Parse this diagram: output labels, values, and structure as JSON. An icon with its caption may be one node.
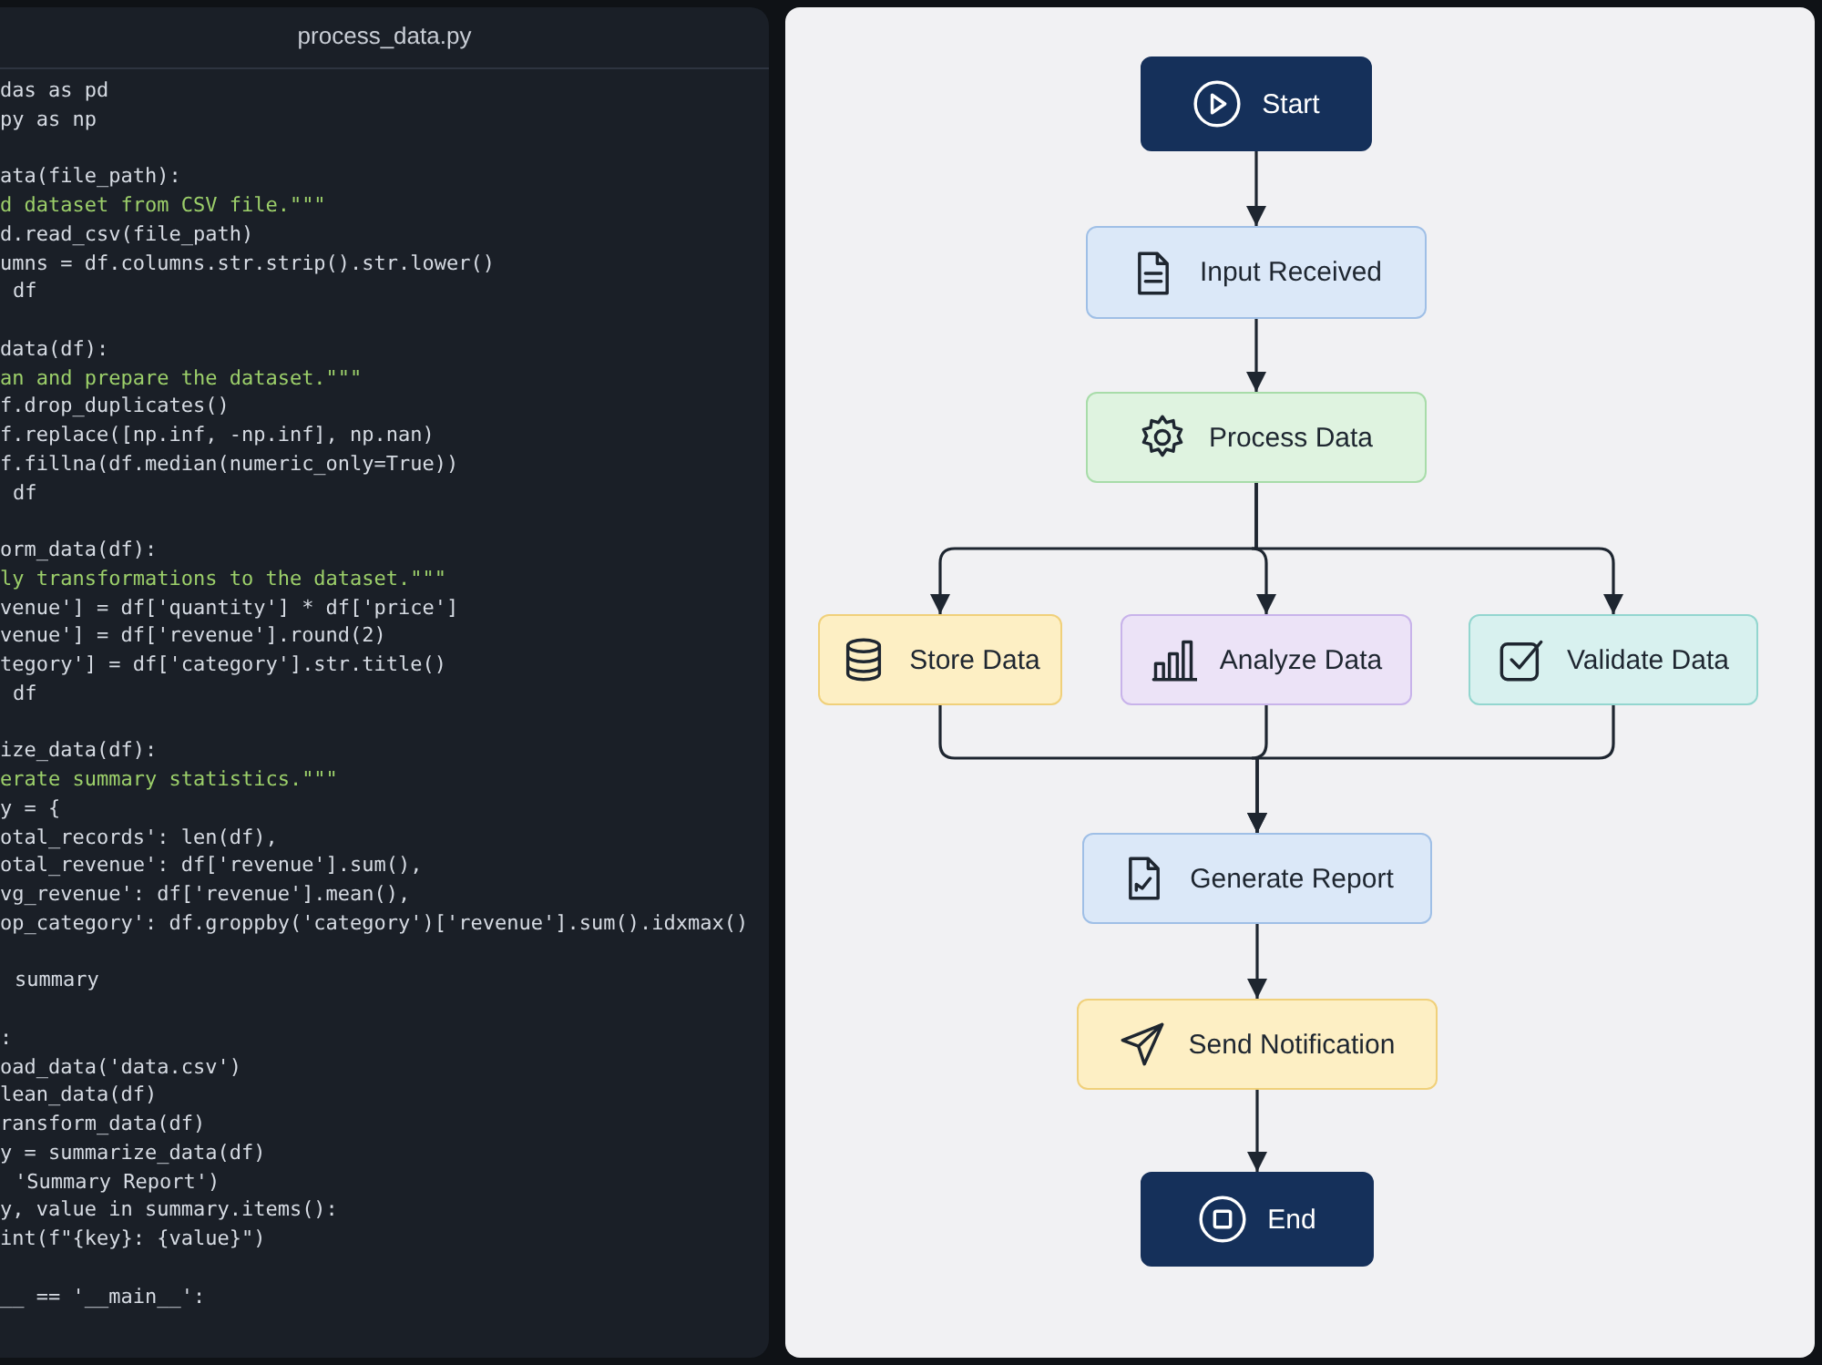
{
  "diagram": {
    "nodes": [
      {
        "text": [
          "Start"
        ]
      },
      {
        "text": [
          "Input Received"
        ]
      },
      {
        "text": [
          "Process Data"
        ]
      },
      {
        "text": [
          "Store Data"
        ]
      },
      {
        "text": [
          "Analyze Data"
        ]
      },
      {
        "text": [
          "Validate Data"
        ]
      },
      {
        "text": [
          "Generate Report"
        ]
      },
      {
        "text": [
          "Send Notification"
        ]
      },
      {
        "text": [
          "End"
        ]
      }
    ],
    "edges": [
      {
        "from": 0,
        "to": 1,
        "arrow": "to"
      },
      {
        "from": 1,
        "to": 2,
        "arrow": "to"
      },
      {
        "from": 2,
        "to": 3,
        "arrow": "to"
      },
      {
        "from": 2,
        "to": 4,
        "arrow": "to"
      },
      {
        "from": 2,
        "to": 5,
        "arrow": "to"
      },
      {
        "from": 3,
        "to": 6,
        "arrow": "to"
      },
      {
        "from": 4,
        "to": 6,
        "arrow": "to"
      },
      {
        "from": 5,
        "to": 6,
        "arrow": "to"
      },
      {
        "from": 6,
        "to": 7,
        "arrow": "to"
      },
      {
        "from": 7,
        "to": 8,
        "arrow": "to"
      }
    ],
    "labels": [
      "process_data.py",
      "das as pd",
      "py as np",
      "ata(file_path):",
      "d dataset from CSV file.\"\"\"",
      "d.read_csv(file_path)",
      "umns = df.columns.str.strip().str.lower()",
      "df",
      "data(df):",
      "an and prepare the dataset.\"\"\"",
      "f.drop_duplicates()",
      "f.replace([np.inf, -np.inf], np.nan)",
      "f.fillna(df.median(numeric_only=True))",
      "df",
      "orm_data(df):",
      "ly transformations to the dataset.\"\"\"",
      "venue'] = df['quantity'] * df['price']",
      "venue'] = df['revenue'].round(2)",
      "tegory'] = df['category'].str.title()",
      "df",
      "ize_data(df):",
      "erate summary statistics.\"\"\"",
      "y = {",
      "otal_records': len(df),",
      "otal_revenue': df['revenue'].sum(),",
      "vg_revenue': df['revenue'].mean(),",
      "op_category': df.groppby('category')['revenue'].sum().idxmax()",
      "summary",
      ":",
      "oad_data('data.csv')",
      "lean_data(df)",
      "ransform_data(df)",
      "y = summarize_data(df)",
      "'Summary Report')",
      "y, value in summary.items():",
      "int(f\"{key}: {value}\")",
      "__ == '__main__':"
    ]
  }
}
